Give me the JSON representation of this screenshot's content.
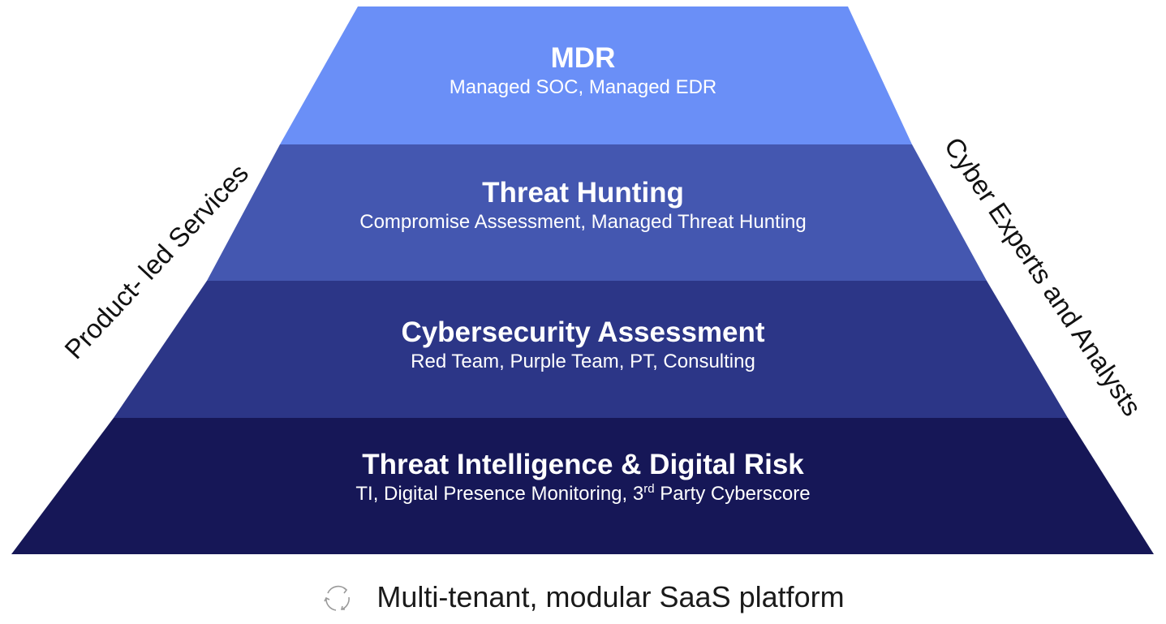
{
  "pyramid": {
    "tiers": [
      {
        "title": "MDR",
        "subtitle": "Managed SOC, Managed EDR",
        "color": "#6a8ff7"
      },
      {
        "title": "Threat Hunting",
        "subtitle": "Compromise Assessment, Managed Threat Hunting",
        "color": "#4457b0"
      },
      {
        "title": "Cybersecurity Assessment",
        "subtitle": "Red Team, Purple Team, PT, Consulting",
        "color": "#2c3687"
      },
      {
        "title": "Threat Intelligence & Digital Risk",
        "subtitle_prefix": "TI, Digital Presence Monitoring, 3",
        "subtitle_sup": "rd",
        "subtitle_suffix": " Party Cyberscore",
        "color": "#161757"
      }
    ],
    "left_label": "Product- led Services",
    "right_label": "Cyber Experts and Analysts"
  },
  "footer": {
    "icon": "refresh-cycle-icon",
    "text": "Multi-tenant, modular SaaS platform"
  }
}
